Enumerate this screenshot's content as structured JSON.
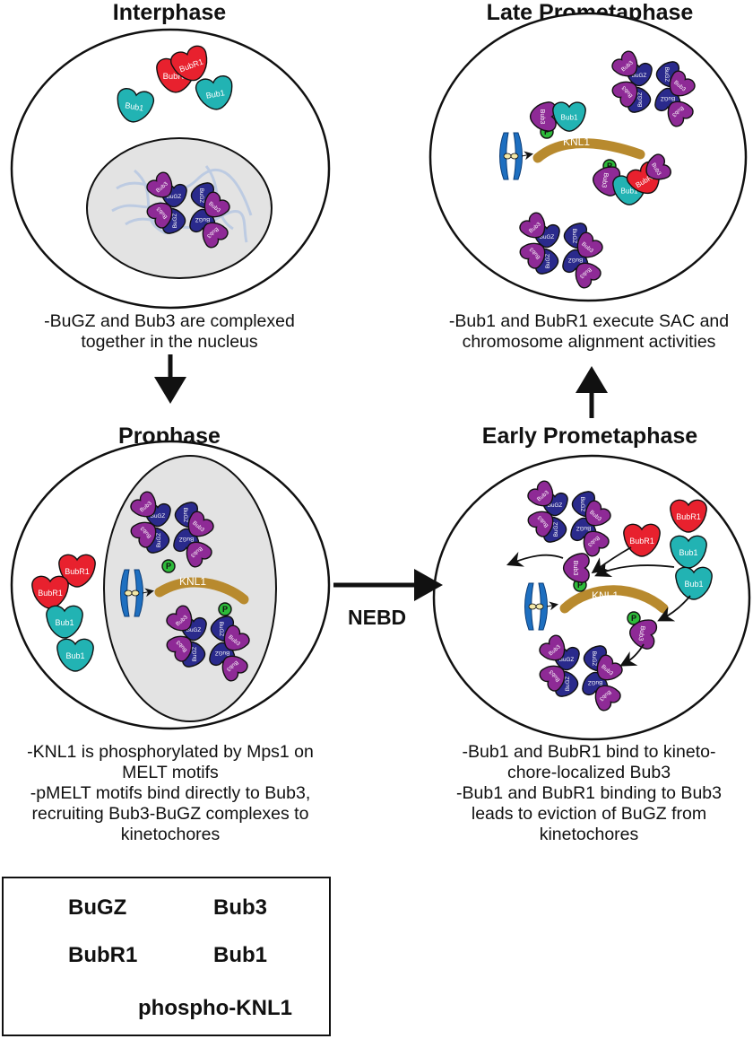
{
  "panels": {
    "interphase": {
      "title": "Interphase",
      "caption": [
        "-BuGZ and Bub3 are complexed",
        "together in the nucleus"
      ]
    },
    "late_prometaphase": {
      "title": "Late Prometaphase",
      "caption": [
        "-Bub1 and BubR1 execute SAC and",
        "chromosome alignment activities"
      ]
    },
    "prophase": {
      "title": "Prophase",
      "caption": [
        "-KNL1 is phosphorylated by Mps1 on",
        "MELT motifs",
        "-pMELT motifs bind directly to Bub3,",
        "recruiting Bub3-BuGZ complexes to",
        "kinetochores"
      ]
    },
    "early_prometaphase": {
      "title": "Early Prometaphase",
      "caption": [
        "-Bub1 and BubR1 bind to kineto-",
        "chore-localized Bub3",
        "-Bub1 and BubR1 binding to Bub3",
        "leads to eviction of BuGZ from",
        "kinetochores"
      ]
    }
  },
  "transition_label": "NEBD",
  "protein_labels": {
    "bugz": "BuGZ",
    "bub3": "Bub3",
    "bubr1": "BubR1",
    "bub1": "Bub1",
    "knl1": "KNL1",
    "phospho": "P"
  },
  "legend": {
    "bugz": "BuGZ",
    "bub3": "Bub3",
    "bubr1": "BubR1",
    "bub1": "Bub1",
    "phospho_knl1": "phospho-KNL1"
  },
  "colors": {
    "bugz": "#2a2a8c",
    "bub3": "#8e2a96",
    "bubr1": "#e8212e",
    "bub1": "#22b3b3",
    "knl1": "#b88a2e",
    "phospho": "#2dbb3a",
    "chromosome": "#1e6fc0",
    "nucleus": "#e3e3e3"
  }
}
